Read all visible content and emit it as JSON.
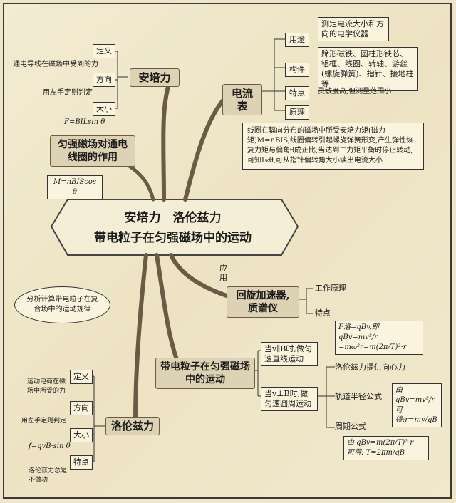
{
  "center": {
    "line1": "安培力　洛伦兹力",
    "line2": "带电粒子在匀强磁场中的运动"
  },
  "ampere": {
    "title": "安培力",
    "definition_label": "定义",
    "definition_text": "通电导线在磁场中受到的力",
    "direction_label": "方向",
    "direction_text": "用左手定则判定",
    "magnitude_label": "大小",
    "magnitude_formula": "F=BILsin θ"
  },
  "torque": {
    "title": "匀强磁场对通电线圈的作用",
    "formula": "M=nBIScos θ"
  },
  "ammeter": {
    "title": "电流表",
    "use_label": "用途",
    "use_text": "测定电流大小和方向的电学仪器",
    "parts_label": "构件",
    "parts_text": "蹄形磁铁、圆柱形铁芯、铝框、线圈、转轴、游丝(螺旋弹簧)、指针、接地柱等",
    "feature_label": "特点",
    "feature_text": "灵敏度高,但测量范围小",
    "principle_label": "原理",
    "principle_text": "线圈在辐向分布的磁场中所受安培力矩(磁力矩)M=nBIS,线圈偏转引起螺旋弹簧形变,产生弹性恢复力矩与偏角θ成正比,当达到二力矩平衡时停止转动,可知I∝θ,可从指针偏转角大小读出电流大小"
  },
  "application": {
    "label": "应用",
    "cyclotron": "回旋加速器,质谱仪",
    "working_principle": "工作原理",
    "feature": "特点"
  },
  "motion": {
    "title": "带电粒子在匀强磁场中的运动",
    "parallel": "当v∥B时,做匀速直线运动",
    "perpendicular": "当v⊥B时,做匀速圆周运动",
    "force_formula_1": "F洛=qBv,即 qBv=mv²/r",
    "force_formula_2": "=mω²r=m(2π/T)²·r",
    "lorentz_provides": "洛伦兹力提供向心力",
    "radius_label": "轨道半径公式",
    "radius_formula_1": "由 qBv=mv²/r",
    "radius_formula_2": "可得:r=mv/qB",
    "period_label": "周期公式",
    "period_formula_1": "由 qBv=m(2π/T)²·r",
    "period_formula_2": "可得: T=2πm/qB"
  },
  "compound": {
    "note": "分析计算带电粒子在复合场中的运动规律"
  },
  "lorentz": {
    "title": "洛伦兹力",
    "definition_label": "定义",
    "definition_text": "运动电荷在磁场中所受的力",
    "direction_label": "方向",
    "direction_text": "用左手定则判定",
    "magnitude_label": "大小",
    "magnitude_formula": "f=qvB·sin θ",
    "feature_label": "特点",
    "feature_text": "洛伦兹力总是不做功"
  }
}
